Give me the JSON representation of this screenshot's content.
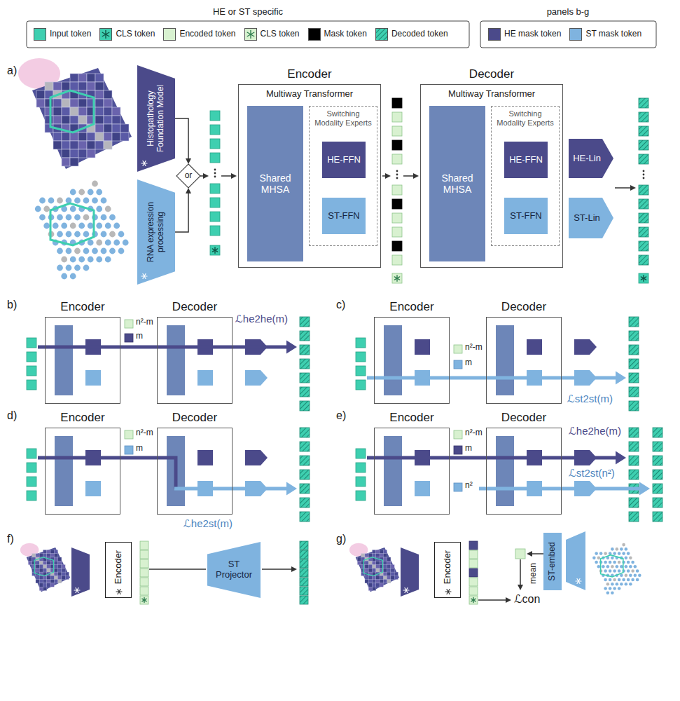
{
  "diagram": {
    "nodes": [
      {
        "text": [
          "Histopathology Foundation Model"
        ]
      },
      {
        "text": [
          "RNA expression processing"
        ]
      },
      {
        "text": [
          "or"
        ]
      },
      {
        "text": [
          "Encoder",
          "Multiway Transformer"
        ]
      },
      {
        "text": [
          "Shared MHSA"
        ],
        "in": 3
      },
      {
        "text": [
          "Switching Modality Experts"
        ],
        "in": 3
      },
      {
        "text": [
          "HE-FFN"
        ],
        "in": 5
      },
      {
        "text": [
          "ST-FFN"
        ],
        "in": 5
      },
      {
        "text": [
          "Decoder",
          "Multiway Transformer"
        ]
      },
      {
        "text": [
          "Shared MHSA"
        ],
        "in": 8
      },
      {
        "text": [
          "Switching Modality Experts"
        ],
        "in": 8
      },
      {
        "text": [
          "HE-FFN"
        ],
        "in": 10
      },
      {
        "text": [
          "ST-FFN"
        ],
        "in": 10
      },
      {
        "text": [
          "HE-Lin"
        ]
      },
      {
        "text": [
          "ST-Lin"
        ]
      },
      {
        "text": [
          "Encoder"
        ]
      },
      {
        "text": [
          "Decoder"
        ]
      },
      {
        "text": [
          "Encoder"
        ]
      },
      {
        "text": [
          "Decoder"
        ]
      },
      {
        "text": [
          "Encoder"
        ]
      },
      {
        "text": [
          "Decoder"
        ]
      },
      {
        "text": [
          "Encoder"
        ]
      },
      {
        "text": [
          "Decoder"
        ]
      },
      {
        "text": [
          "Encoder"
        ]
      },
      {
        "text": [
          "ST Projector"
        ]
      },
      {
        "text": [
          "Encoder"
        ]
      },
      {
        "text": [
          "ST-embed"
        ]
      }
    ],
    "edges": [
      {
        "from": 0,
        "to": 2,
        "arrow": "to"
      },
      {
        "from": 1,
        "to": 2,
        "arrow": "to"
      }
    ],
    "labels": [
      "HE or ST specific",
      "panels b-g",
      "a)",
      "b)",
      "n²-m",
      "m",
      "ℒhe2he(m)",
      "c)",
      "n²-m",
      "m",
      "ℒst2st(m)",
      "d)",
      "n²-m",
      "m",
      "ℒhe2st(m)",
      "e)",
      "n²-m",
      "m",
      "n²",
      "ℒhe2he(m)",
      "ℒst2st(n²)",
      "f)",
      "g)",
      "mean",
      "ℒcon"
    ],
    "legend": [
      {
        "text": "Input token",
        "color": "#3ecfb0"
      },
      {
        "text": "CLS token"
      },
      {
        "text": "Encoded token",
        "color": "#d8f1d0"
      },
      {
        "text": "CLS token"
      },
      {
        "text": "Mask token",
        "color": "#000000"
      },
      {
        "text": "Decoded token"
      },
      {
        "text": "HE mask token",
        "color": "#4b4a8a"
      },
      {
        "text": "ST mask token",
        "color": "#7fb3df"
      }
    ]
  }
}
